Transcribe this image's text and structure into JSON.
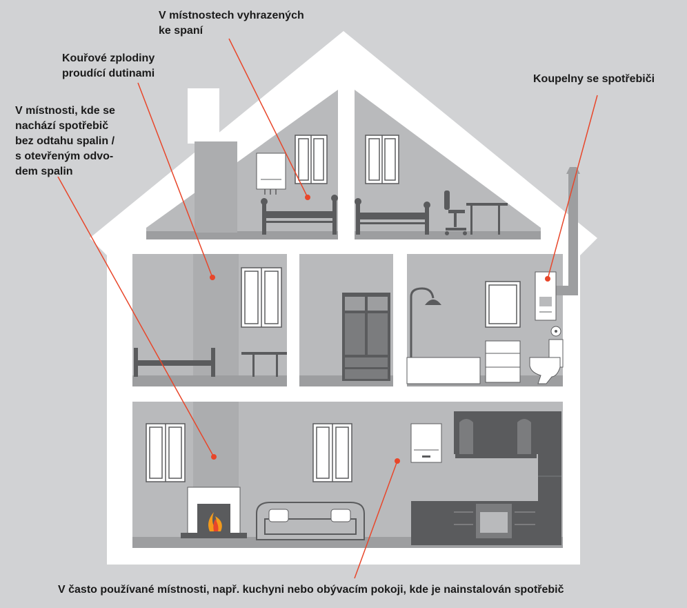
{
  "callouts": {
    "bedrooms": "V místnostech vyhrazených\nke spaní",
    "flue": "Kouřové zplodiny\nproudící dutinami",
    "room_open_flue": "V místnosti, kde se\nnachází spotřebič\nbez odtahu spalin /\ns otevřeným odvo-\ndem spalin",
    "bathrooms": "Koupelny se spotřebiči",
    "kitchen_living": "V často používané místnosti, např. kuchyni nebo obývacím pokoji, kde je nainstalován spotřebič"
  },
  "colors": {
    "background": "#d1d2d4",
    "house_shell": "#ffffff",
    "room_fill": "#b9babc",
    "floor": "#9d9ea0",
    "chimney_duct": "#acadaf",
    "furniture": "#5a5b5d",
    "appliance": "#ffffff",
    "leader_line": "#e8462a"
  }
}
